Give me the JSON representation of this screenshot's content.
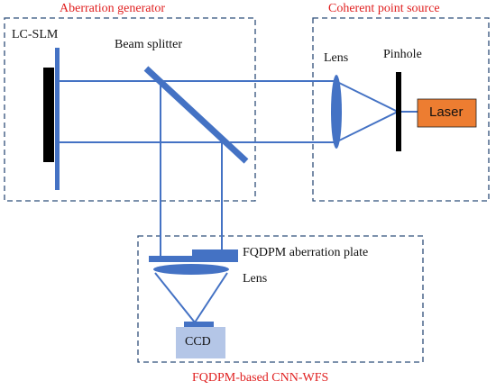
{
  "groups": {
    "aberration_generator": "Aberration generator",
    "coherent_point_source": "Coherent point source",
    "cnn_wfs": "FQDPM-based CNN-WFS"
  },
  "components": {
    "lc_slm": "LC-SLM",
    "beam_splitter": "Beam splitter",
    "lens_top": "Lens",
    "pinhole": "Pinhole",
    "laser": "Laser",
    "aberration_plate": "FQDPM aberration plate",
    "lens_bottom": "Lens",
    "ccd": "CCD"
  },
  "colors": {
    "beam": "#4472c4",
    "group_border": "#2f4f7a",
    "group_title": "#e02020",
    "laser_fill": "#ed7d31",
    "ccd_fill": "#b4c6e7",
    "slm_body": "#000000"
  }
}
